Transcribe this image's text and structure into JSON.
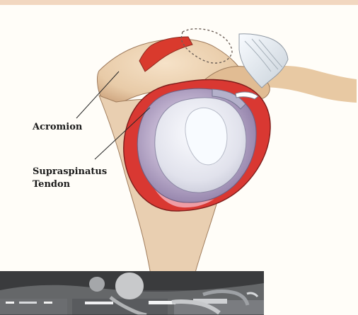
{
  "figure": {
    "labels": {
      "acromion": "Acromion",
      "supraspinatus_line1": "Supraspinatus",
      "supraspinatus_line2": "Tendon"
    }
  },
  "colors": {
    "bone": "#ecd2b2",
    "bone_shadow": "#d8b48f",
    "muscle_red": "#d8322e",
    "muscle_pink": "#e56b71",
    "glenoid_purple": "#b9a7c4",
    "glenoid_light": "#e7e6ef",
    "ligament": "#e8edf1",
    "top_bar": "#f2d7c0",
    "photo_ceiling": "#3f4042"
  }
}
